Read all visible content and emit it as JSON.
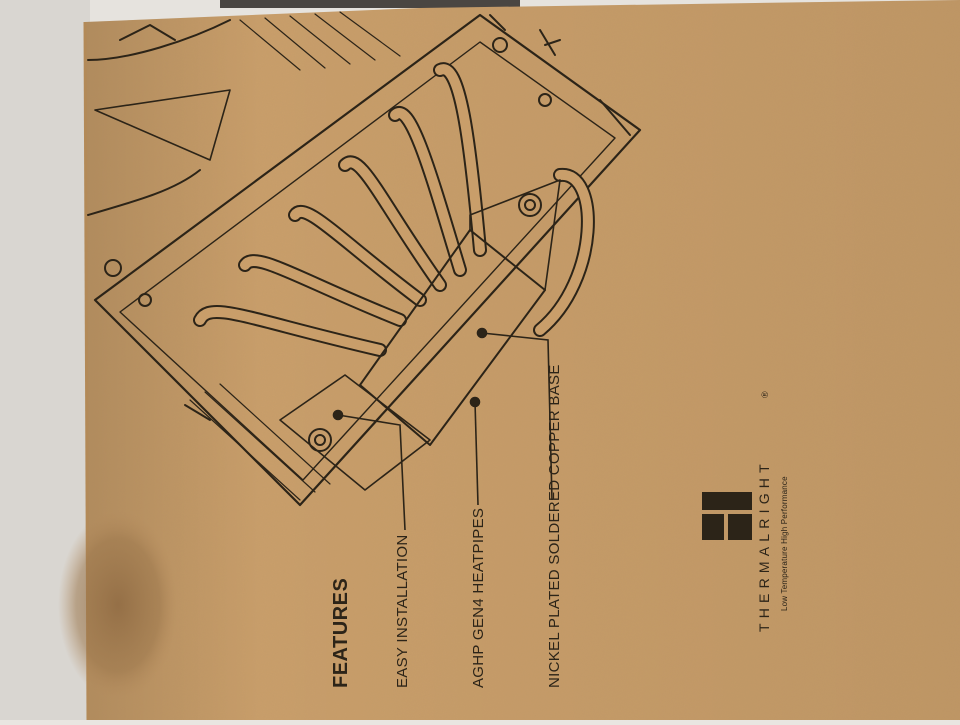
{
  "box": {
    "colors": {
      "cardboard": "#c99e6a",
      "ink": "#2c2418",
      "stain": "#8f6a42",
      "background": "#e9e6e1"
    },
    "features": {
      "title": "FEATURES",
      "items": [
        "EASY INSTALLATION",
        "AGHP GEN4 HEATPIPES",
        "NICKEL PLATED SOLDERED COPPER BASE"
      ]
    },
    "brand": {
      "name": "THERMALRIGHT",
      "registered_mark": "®",
      "tagline": "Low Temperature High Performance",
      "logo_icon": "thermalright-logo-icon"
    },
    "illustration": {
      "icon": "cpu-cooler-line-art"
    }
  }
}
